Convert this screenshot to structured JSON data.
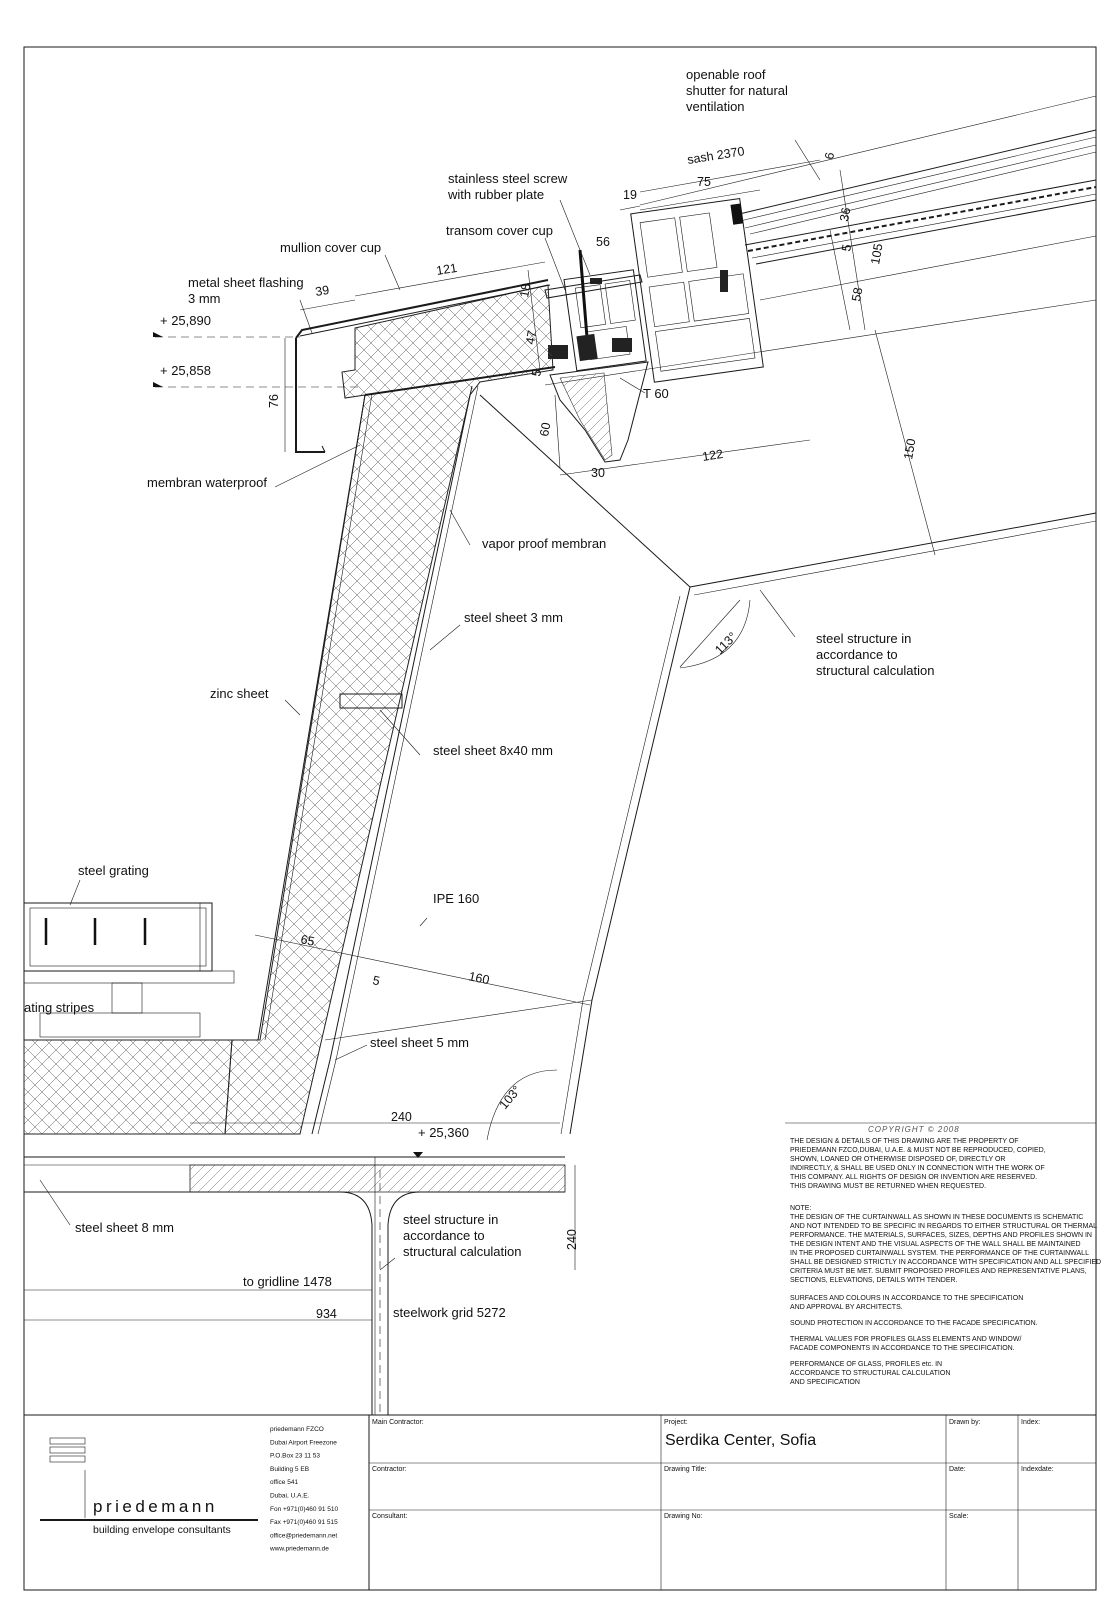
{
  "labels": {
    "openable_1": "openable roof",
    "openable_2": "shutter for natural",
    "openable_3": "ventilation",
    "screw_1": "stainless steel screw",
    "screw_2": "with rubber plate",
    "transom": "transom cover cup",
    "mullion": "mullion cover cup",
    "flashing_1": "metal sheet flashing",
    "flashing_2": "3 mm",
    "t60": "T 60",
    "membran": "membran waterproof",
    "vapor": "vapor proof membran",
    "steel3": "steel sheet 3 mm",
    "structure_1": "steel structure in",
    "structure_2": "accordance to",
    "structure_3": "structural calculation",
    "zinc": "zinc sheet",
    "steel840": "steel sheet 8x40 mm",
    "grating": "steel grating",
    "grating_stripes": "ating stripes",
    "ipe": "IPE 160",
    "steel5": "steel sheet 5 mm",
    "steel8": "steel sheet 8 mm",
    "structure2_1": "steel structure in",
    "structure2_2": "accordance to",
    "structure2_3": "structural calculation",
    "gridline": "to gridline 1478",
    "steelwork": "steelwork grid 5272"
  },
  "levels": {
    "l1": "+ 25,890",
    "l2": "+ 25,858",
    "l3": "+ 25,360"
  },
  "dims": {
    "sash": "sash 2370",
    "d6": "6",
    "d75": "75",
    "d19": "19",
    "d56": "56",
    "d36": "36",
    "d5a": "5",
    "d105": "105",
    "d121": "121",
    "d39": "39",
    "d18": "18",
    "d47": "47",
    "d5b": "5",
    "d58": "58",
    "d76": "76",
    "d60": "60",
    "d30": "30",
    "d122": "122",
    "d150": "150",
    "a113": "113°",
    "d65": "65",
    "d5c": "5",
    "d160": "160",
    "a103": "103°",
    "d240a": "240",
    "d240b": "240",
    "d934": "934"
  },
  "copyright": {
    "title": "COPYRIGHT © 2008",
    "lines": [
      "THE DESIGN & DETAILS OF THIS DRAWING ARE THE PROPERTY OF",
      "PRIEDEMANN FZCO,DUBAI, U.A.E. & MUST NOT BE REPRODUCED, COPIED,",
      "SHOWN, LOANED OR OTHERWISE DISPOSED OF, DIRECTLY OR",
      "INDIRECTLY, & SHALL BE USED ONLY IN CONNECTION WITH THE WORK OF",
      "THIS COMPANY.  ALL RIGHTS OF DESIGN OR INVENTION ARE RESERVED.",
      "THIS DRAWING MUST BE RETURNED WHEN REQUESTED."
    ],
    "note_title": "NOTE:",
    "note_lines": [
      "THE DESIGN OF THE CURTAINWALL AS SHOWN IN THESE DOCUMENTS  IS SCHEMATIC",
      "AND NOT INTENDED TO BE SPECIFIC IN REGARDS TO EITHER STRUCTURAL OR THERMAL",
      "PERFORMANCE. THE MATERIALS, SURFACES, SIZES, DEPTHS AND PROFILES SHOWN IN",
      "THE DESIGN INTENT AND THE VISUAL ASPECTS OF THE WALL SHALL BE MAINTAINED",
      "IN THE PROPOSED CURTAINWALL  SYSTEM. THE PERFORMANCE OF THE  CURTAINWALL",
      "SHALL BE DESIGNED STRICTLY IN ACCORDANCE WITH SPECIFICATION AND ALL SPECIFIED",
      "CRITERIA MUST BE MET. SUBMIT PROPOSED PROFILES AND REPRESENTATIVE PLANS,",
      "SECTIONS, ELEVATIONS, DETAILS WITH TENDER."
    ],
    "extra_lines": [
      "SURFACES AND COLOURS IN ACCORDANCE TO THE SPECIFICATION",
      "AND APPROVAL BY ARCHITECTS.",
      "SOUND PROTECTION IN ACCORDANCE TO THE FACADE SPECIFICATION.",
      "THERMAL VALUES FOR PROFILES GLASS ELEMENTS AND WINDOW/",
      "FACADE COMPONENTS IN ACCORDANCE TO THE SPECIFICATION.",
      "PERFORMANCE OF GLASS, PROFILES etc. IN",
      "ACCORDANCE TO STRUCTURAL CALCULATION",
      "AND SPECIFICATION"
    ]
  },
  "titleblock": {
    "company_lines": [
      "priedemann FZCO",
      "Dubai Airport Freezone",
      "P.O.Box 23 11 53",
      "Building 5 EB",
      "office 541",
      "Dubai, U.A.E.",
      "Fon +971(0)460 91 510",
      "Fax +971(0)460 91 515",
      "office@priedemann.net",
      "www.priedemann.de"
    ],
    "logo_name": "priedemann",
    "logo_sub": "building envelope consultants",
    "main_contractor": "Main Contractor:",
    "contractor": "Contractor:",
    "consultant": "Consultant:",
    "project_label": "Project:",
    "project_value": "Serdika Center, Sofia",
    "drawing_title": "Drawing Title:",
    "drawing_no": "Drawing No:",
    "drawn_by": "Drawn by:",
    "index": "Index:",
    "date": "Date:",
    "indexdate": "Indexdate:",
    "scale": "Scale:"
  }
}
